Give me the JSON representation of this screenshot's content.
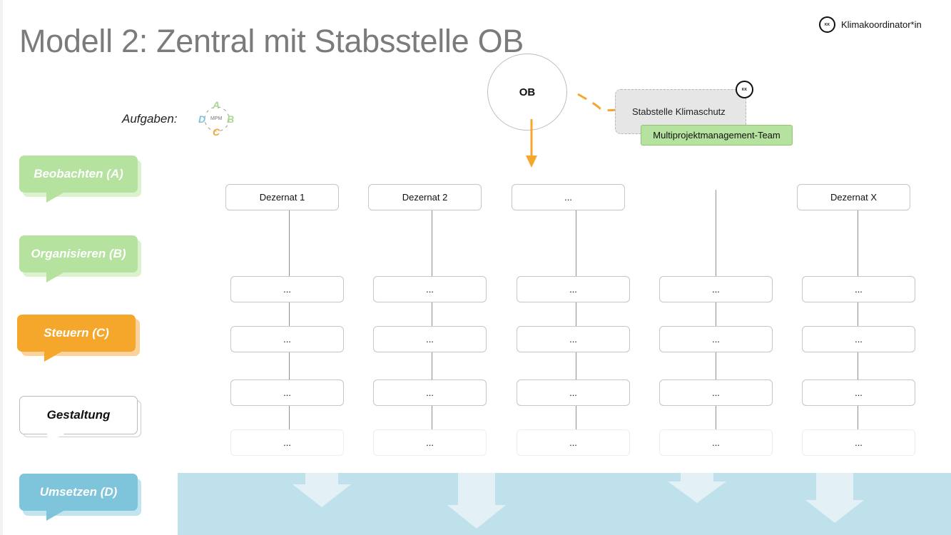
{
  "title": "Modell 2: Zentral mit Stabsstelle OB",
  "legend": {
    "symbol": "KK",
    "label": "Klimakoordinator*in"
  },
  "aufgaben": {
    "label": "Aufgaben:",
    "cycle": {
      "a": "A",
      "b": "B",
      "c": "C",
      "d": "D",
      "center": "MPM"
    }
  },
  "tasks": [
    {
      "label": "Beobachten (A)",
      "color": "#b5e29e"
    },
    {
      "label": "Organisieren (B)",
      "color": "#b5e29e"
    },
    {
      "label": "Steuern (C)",
      "color": "#f5a72b"
    },
    {
      "label": "Gestaltung",
      "color": "#ffffff"
    },
    {
      "label": "Umsetzen (D)",
      "color": "#7ec4da"
    }
  ],
  "org": {
    "ob": "OB",
    "stabsstelle": "Stabstelle Klimaschutz",
    "stabsstelle_symbol": "KK",
    "team": "Multiprojektmanagement-Team",
    "dezernate": [
      "Dezernat 1",
      "Dezernat 2",
      "...",
      "Dezernat X"
    ],
    "rows": [
      [
        "...",
        "...",
        "...",
        "...",
        "..."
      ],
      [
        "...",
        "...",
        "...",
        "...",
        "..."
      ],
      [
        "...",
        "...",
        "...",
        "...",
        "..."
      ],
      [
        "...",
        "...",
        "...",
        "...",
        "..."
      ]
    ]
  },
  "colors": {
    "arrow": "#f5a72b",
    "band": "#bfe1ec",
    "band_arrow": "#e3f1f6",
    "title": "#7b7b7b"
  }
}
